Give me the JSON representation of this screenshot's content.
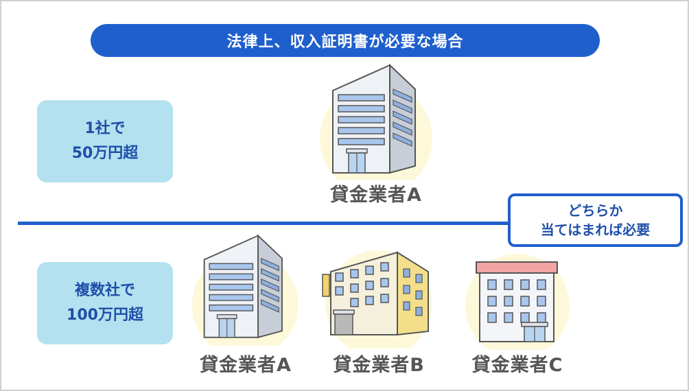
{
  "title": "法律上、収入証明書が必要な場合",
  "condition_single": {
    "line1": "1社で",
    "line2": "50万円超"
  },
  "condition_multi": {
    "line1": "複数社で",
    "line2": "100万円超"
  },
  "note": {
    "line1": "どちらか",
    "line2": "当てはまれば必要"
  },
  "lenders_single": [
    {
      "label": "貸金業者A",
      "icon": "office-tower-icon"
    }
  ],
  "lenders_multi": [
    {
      "label": "貸金業者A",
      "icon": "office-tower-icon"
    },
    {
      "label": "貸金業者B",
      "icon": "yellow-building-icon"
    },
    {
      "label": "貸金業者C",
      "icon": "red-roof-building-icon"
    }
  ],
  "colors": {
    "accent_blue": "#1f5fcc",
    "condition_box": "#b3e1ef",
    "label_text": "#555555",
    "halo": "#fdf8d9"
  }
}
